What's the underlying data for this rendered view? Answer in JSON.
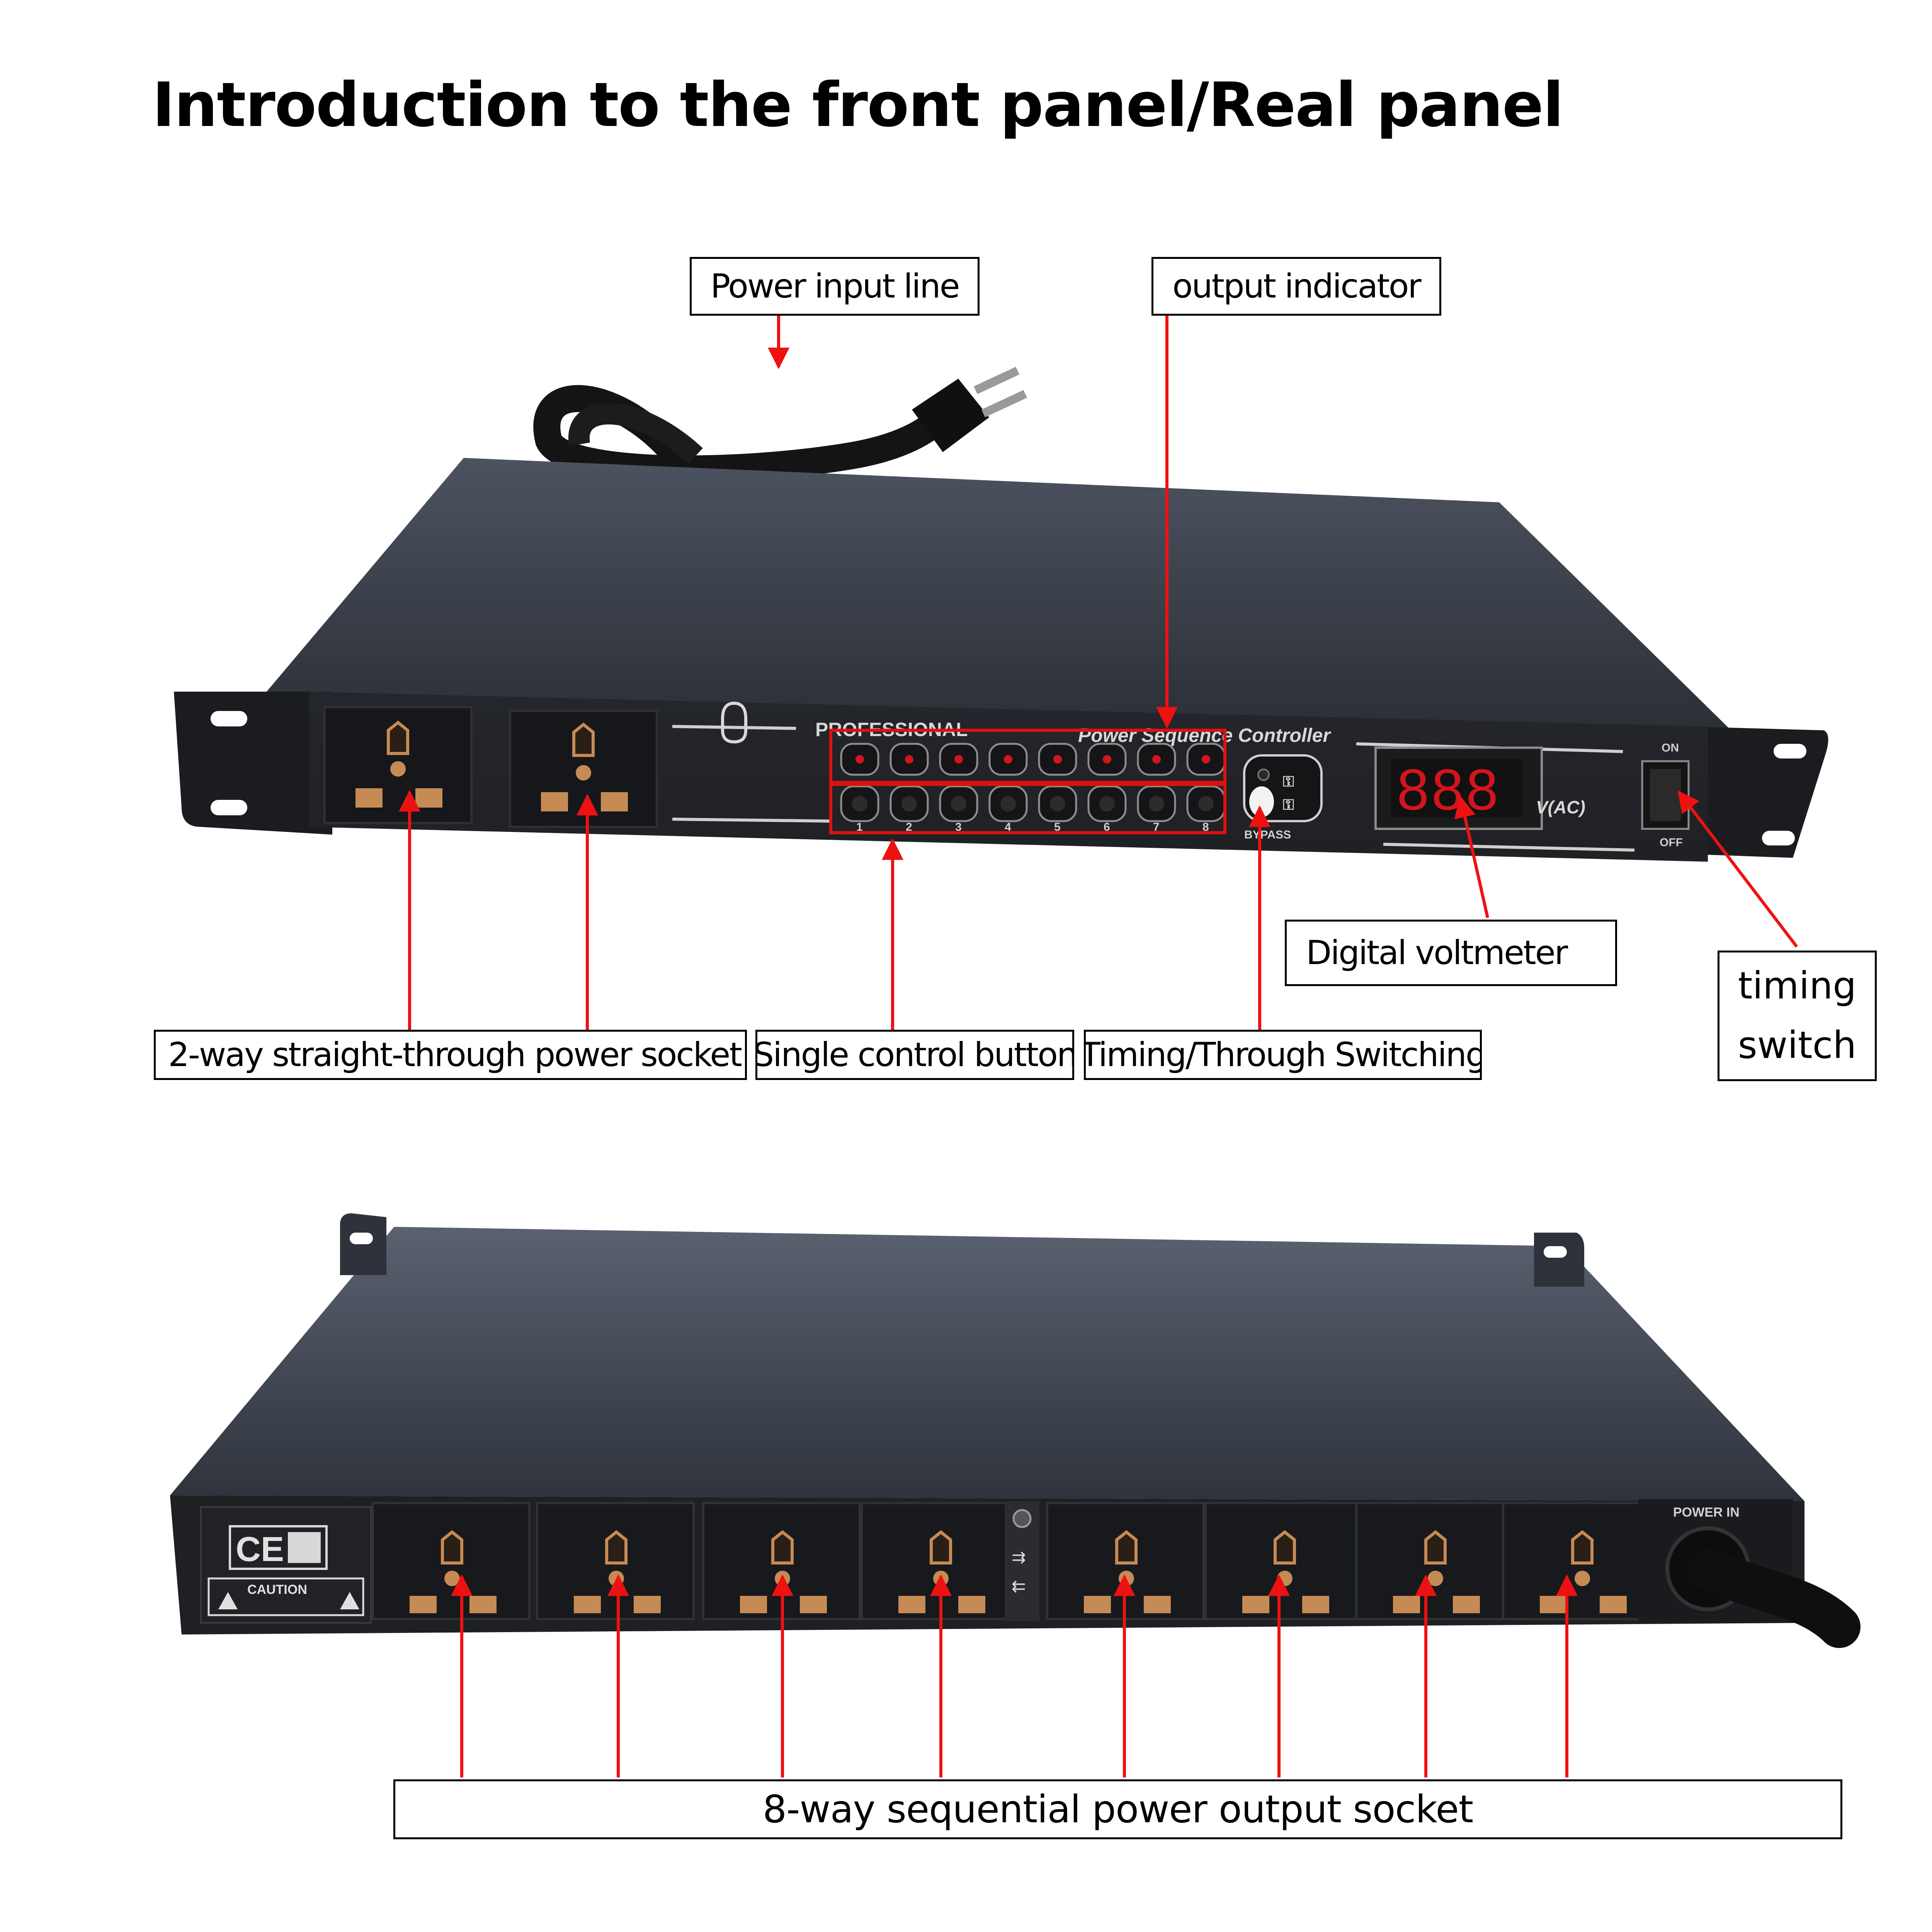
{
  "title": "Introduction to the front panel/Real panel",
  "front_panel": {
    "brand_left": "PROFESSIONAL",
    "brand_right": "Power Sequence Controller",
    "channel_numbers": [
      "1",
      "2",
      "3",
      "4",
      "5",
      "6",
      "7",
      "8"
    ],
    "meter_unit": "V(AC)",
    "meter_digits": "888",
    "bypass_label": "BYPASS",
    "switch_on": "ON",
    "switch_off": "OFF"
  },
  "rear_panel": {
    "power_in_label": "POWER IN",
    "caution_label": "CAUTION",
    "ce_mark": "CE"
  },
  "callouts": {
    "power_input_line": "Power input  line",
    "output_indicator": "output indicator",
    "straight_socket": "2-way straight-through power socket",
    "single_button": "Single control button",
    "timing_through": "Timing/Through Switching",
    "digital_voltmeter": "Digital voltmeter",
    "timing_switch_line1": "timing",
    "timing_switch_line2": "switch",
    "sequential_output": "8-way sequential power output socket"
  },
  "colors": {
    "arrow": "#ee1111",
    "chassis_top": "#3d4350",
    "chassis_face": "#1e2023",
    "led": "#d4141c"
  }
}
